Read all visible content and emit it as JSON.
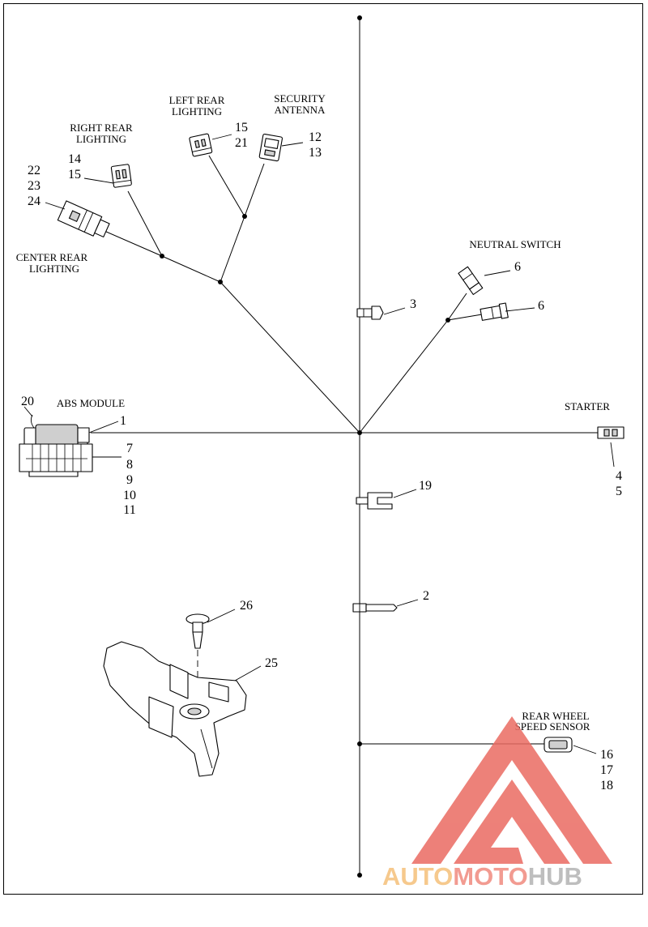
{
  "labels": {
    "right_rear_lighting": [
      "RIGHT REAR",
      "LIGHTING"
    ],
    "left_rear_lighting": [
      "LEFT REAR",
      "LIGHTING"
    ],
    "security_antenna": [
      "SECURITY",
      "ANTENNA"
    ],
    "center_rear_lighting": [
      "CENTER REAR",
      "LIGHTING"
    ],
    "neutral_switch": "NEUTRAL SWITCH",
    "abs_module": "ABS MODULE",
    "starter": "STARTER",
    "rear_wheel_speed_sensor": [
      "REAR WHEEL",
      "SPEED SENSOR"
    ]
  },
  "callouts": {
    "right_rear": [
      "14",
      "15"
    ],
    "center_rear": [
      "22",
      "23",
      "24"
    ],
    "left_rear": [
      "15",
      "21"
    ],
    "security": [
      "12",
      "13"
    ],
    "neutral_top": "6",
    "neutral_bottom": "6",
    "clip_3": "3",
    "abs_connector": "1",
    "abs_side": "20",
    "abs_module": [
      "7",
      "8",
      "9",
      "10",
      "11"
    ],
    "starter": [
      "4",
      "5"
    ],
    "clip_19": "19",
    "clip_2": "2",
    "pin_26": "26",
    "bracket_25": "25",
    "speed_sensor": [
      "16",
      "17",
      "18"
    ]
  },
  "watermark": {
    "auto": "AUTO",
    "moto": "MOTO",
    "hub": "HUB",
    "colors": {
      "auto": "#f5c07a",
      "moto": "#f08a7e",
      "hub": "#b3b3b3",
      "triangle": "#ea6b62"
    }
  }
}
